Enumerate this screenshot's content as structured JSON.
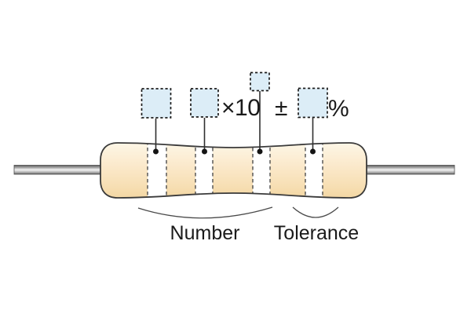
{
  "figure": {
    "labels": {
      "multiplier": "×10",
      "plus_minus": "±",
      "percent": "%",
      "number_group": "Number",
      "tolerance_group": "Tolerance"
    },
    "colors": {
      "body_top": "#fdf6e6",
      "body_mid": "#fbe9cb",
      "body_bottom": "#f3d7a3",
      "band_fill": "#ffffff",
      "band_dash": "#4d4d4d",
      "placeholder_box_fill": "#dcedf7",
      "placeholder_box_dash": "#1c1c1c",
      "outline": "#3a3a3a",
      "lead_light": "#f4f4f4",
      "lead_dark": "#666666",
      "text": "#1a1a1a"
    }
  }
}
